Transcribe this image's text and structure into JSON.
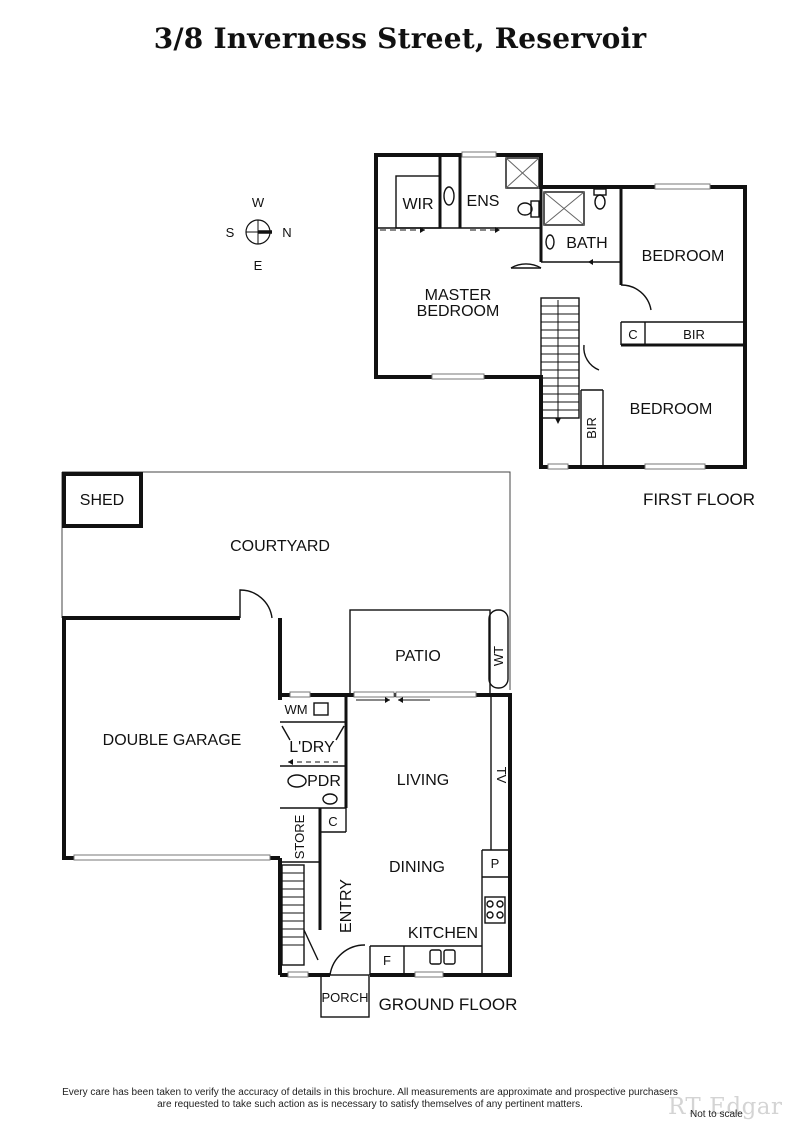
{
  "title": "3/8 Inverness Street, Reservoir",
  "compass": {
    "w": "W",
    "s": "S",
    "n": "N",
    "e": "E"
  },
  "first_floor": {
    "label": "FIRST FLOOR",
    "rooms": {
      "wir": "WIR",
      "ens": "ENS",
      "bath": "BATH",
      "bedroom1": "BEDROOM",
      "master1": "MASTER",
      "master2": "BEDROOM",
      "c": "C",
      "bir_top": "BIR",
      "bedroom2": "BEDROOM",
      "bir_side": "BIR"
    }
  },
  "ground_floor": {
    "label": "GROUND FLOOR",
    "rooms": {
      "shed": "SHED",
      "courtyard": "COURTYARD",
      "patio": "PATIO",
      "wt": "WT",
      "double_garage": "DOUBLE GARAGE",
      "wm": "WM",
      "ldry": "L'DRY",
      "pdr": "PDR",
      "living": "LIVING",
      "tv": "TV",
      "c": "C",
      "store": "STORE",
      "dining": "DINING",
      "p": "P",
      "entry": "ENTRY",
      "kitchen": "KITCHEN",
      "f": "F",
      "porch": "PORCH"
    }
  },
  "footer": {
    "disclaimer_line1": "Every care has been taken to verify the accuracy of details in this brochure.  All measurements are approximate and prospective purchasers",
    "disclaimer_line2": "are requested to take such action as is necessary to satisfy themselves of any pertinent matters.",
    "not_to_scale": "Not to scale",
    "logo": "RT Edgar"
  }
}
